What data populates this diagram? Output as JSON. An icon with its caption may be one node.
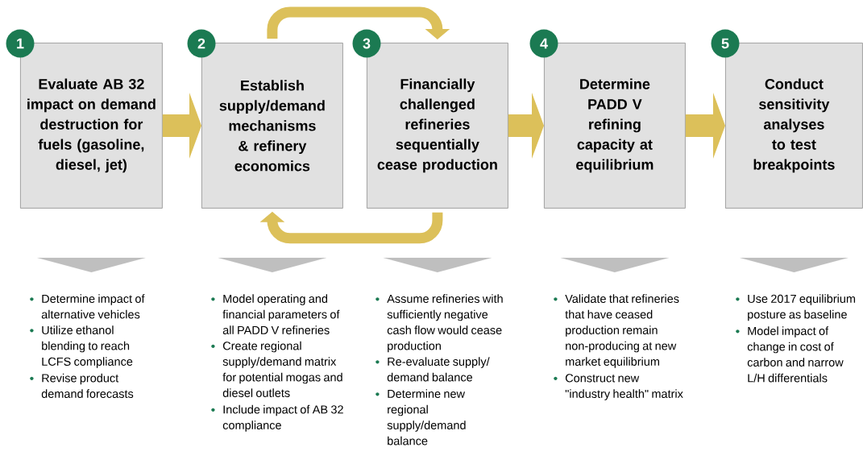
{
  "diagram": {
    "nodes": [
      {
        "text": [
          "Evaluate AB 32 impact on demand destruction for fuels (gasoline, diesel, jet)"
        ],
        "beside": [
          "1"
        ]
      },
      {
        "text": [
          "Establish supply/demand mechanisms & refinery economics"
        ],
        "beside": [
          "2"
        ]
      },
      {
        "text": [
          "Financially challenged refineries sequentially cease production"
        ],
        "beside": [
          "3"
        ]
      },
      {
        "text": [
          "Determine PADD V refining capacity at equilibrium"
        ],
        "beside": [
          "4"
        ]
      },
      {
        "text": [
          "Conduct sensitivity analyses to test breakpoints"
        ],
        "beside": [
          "5"
        ]
      },
      {
        "text": [
          "Determine impact of alternative vehicles",
          "Utilize ethanol blending to reach LCFS compliance",
          "Revise product demand forecasts"
        ]
      },
      {
        "text": [
          "Model operating and financial parameters of all PADD V refineries",
          "Create regional supply/demand matrix for potential mogas and diesel outlets",
          "Include impact of AB 32 compliance"
        ]
      },
      {
        "text": [
          "Assume refineries with sufficiently negative cash flow would cease production",
          "Re-evaluate supply/ demand balance",
          "Determine new regional supply/demand balance"
        ]
      },
      {
        "text": [
          "Validate that refineries that have ceased production remain non-producing at new market equilibrium",
          "Construct new \"industry health\" matrix"
        ]
      },
      {
        "text": [
          "Use 2017 equilibrium posture as baseline",
          "Model impact of change in cost of carbon and narrow L/H differentials"
        ]
      }
    ],
    "edges": [
      {
        "from": 0,
        "to": 1,
        "arrow": "to",
        "color": "#dcc05a"
      },
      {
        "from": 1,
        "to": 2,
        "arrow": "to",
        "color": "#dcc05a"
      },
      {
        "from": 2,
        "to": 1,
        "arrow": "to",
        "color": "#dcc05a"
      },
      {
        "from": 2,
        "to": 3,
        "arrow": "to",
        "color": "#dcc05a"
      },
      {
        "from": 3,
        "to": 4,
        "arrow": "to",
        "color": "#dcc05a"
      },
      {
        "from": 0,
        "to": 5,
        "arrow": "to",
        "color": "#bfbfbf"
      },
      {
        "from": 1,
        "to": 6,
        "arrow": "to",
        "color": "#bfbfbf"
      },
      {
        "from": 2,
        "to": 7,
        "arrow": "to",
        "color": "#bfbfbf"
      },
      {
        "from": 3,
        "to": 8,
        "arrow": "to",
        "color": "#bfbfbf"
      },
      {
        "from": 4,
        "to": 9,
        "arrow": "to",
        "color": "#bfbfbf"
      }
    ]
  }
}
